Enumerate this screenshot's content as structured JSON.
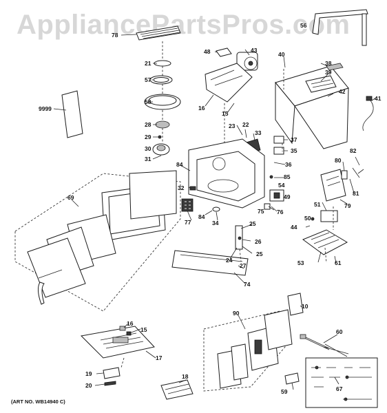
{
  "watermark": "AppliancePartsPros.com",
  "art_number": "(ART NO. WB14940 C)",
  "callouts": {
    "p10": "10",
    "p15a": "15",
    "p15b": "15",
    "p16a": "16",
    "p16b": "16",
    "p17": "17",
    "p18": "18",
    "p19": "19",
    "p20": "20",
    "p21": "21",
    "p22": "22",
    "p23": "23",
    "p24": "24",
    "p25a": "25",
    "p25b": "25",
    "p26": "26",
    "p27": "27",
    "p28": "28",
    "p29": "29",
    "p30": "30",
    "p31": "31",
    "p32": "32",
    "p33": "33",
    "p34": "34",
    "p35": "35",
    "p36": "36",
    "p37": "37",
    "p38": "38",
    "p39": "39",
    "p40": "40",
    "p41": "41",
    "p42": "42",
    "p43": "43",
    "p44": "44",
    "p48": "48",
    "p49": "49",
    "p50": "50",
    "p51": "51",
    "p53": "53",
    "p54": "54",
    "p56": "56",
    "p57": "57",
    "p58": "58",
    "p59": "59",
    "p60": "60",
    "p61": "61",
    "p67": "67",
    "p69": "69",
    "p74": "74",
    "p75": "75",
    "p76": "76",
    "p77": "77",
    "p78": "78",
    "p79": "79",
    "p80": "80",
    "p81": "81",
    "p82": "82",
    "p84a": "84",
    "p84b": "84",
    "p85": "85",
    "p90": "90",
    "p9999": "9999"
  }
}
